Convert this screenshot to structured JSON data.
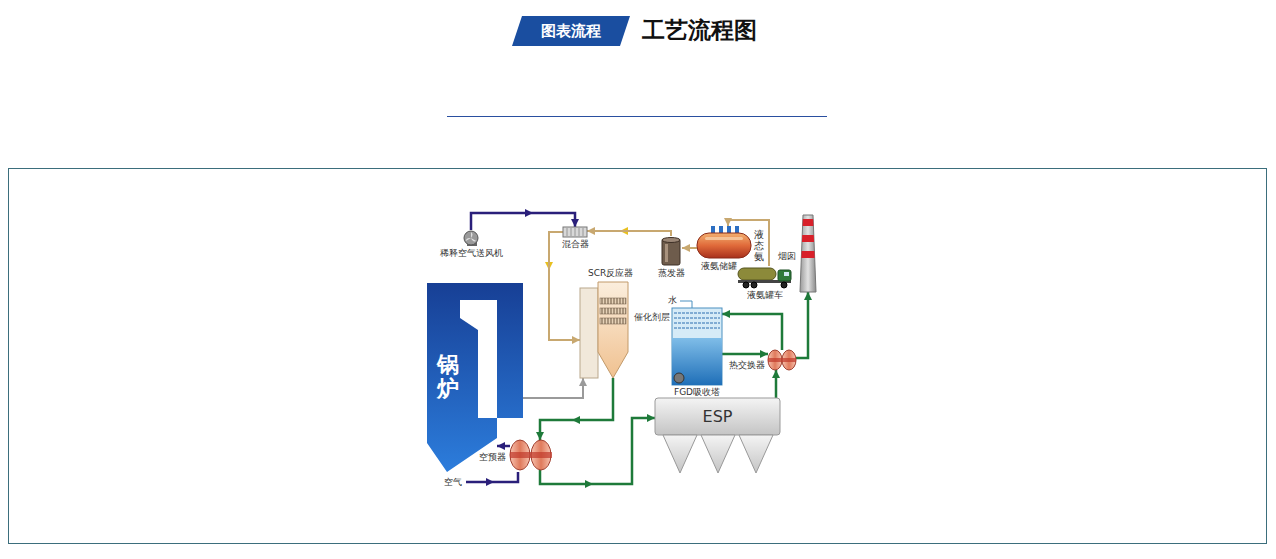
{
  "diagram": {
    "title": "工艺流程图",
    "nodes": [
      {
        "text": [
          "稀释空气送风机"
        ]
      },
      {
        "text": [
          "混合器"
        ]
      },
      {
        "text": [
          "蒸发器"
        ]
      },
      {
        "text": [
          "液氨储罐"
        ]
      },
      {
        "text": [
          "液氨罐车"
        ]
      },
      {
        "text": [
          "烟囱"
        ]
      },
      {
        "text": [
          "SCR反应器",
          "催化剂层"
        ]
      },
      {
        "text": [
          "锅炉"
        ]
      },
      {
        "text": [
          "FGD吸收塔"
        ]
      },
      {
        "text": [
          "热交换器"
        ]
      },
      {
        "text": [
          "ESP"
        ]
      },
      {
        "text": [
          "空预器"
        ]
      }
    ],
    "edges": [
      {
        "from": 0,
        "to": 1,
        "arrow": "to"
      },
      {
        "from": 2,
        "to": 1,
        "arrow": "to"
      },
      {
        "from": 3,
        "to": 2,
        "arrow": "to"
      },
      {
        "from": 4,
        "to": 3,
        "arrow": "to"
      },
      {
        "from": 1,
        "to": 6,
        "arrow": "to"
      },
      {
        "from": 7,
        "to": 6,
        "arrow": "to"
      },
      {
        "from": 6,
        "to": 11,
        "arrow": "to"
      },
      {
        "from": 11,
        "to": 7,
        "arrow": "to"
      },
      {
        "from": 11,
        "to": 10,
        "arrow": "to"
      },
      {
        "from": 10,
        "to": 9,
        "arrow": "to"
      },
      {
        "from": 9,
        "to": 8,
        "arrow": "to"
      },
      {
        "from": 8,
        "to": 9,
        "arrow": "to"
      },
      {
        "from": 9,
        "to": 5,
        "arrow": "to"
      }
    ],
    "labels": [
      "图表流程",
      "液态氨",
      "水",
      "空气"
    ]
  }
}
